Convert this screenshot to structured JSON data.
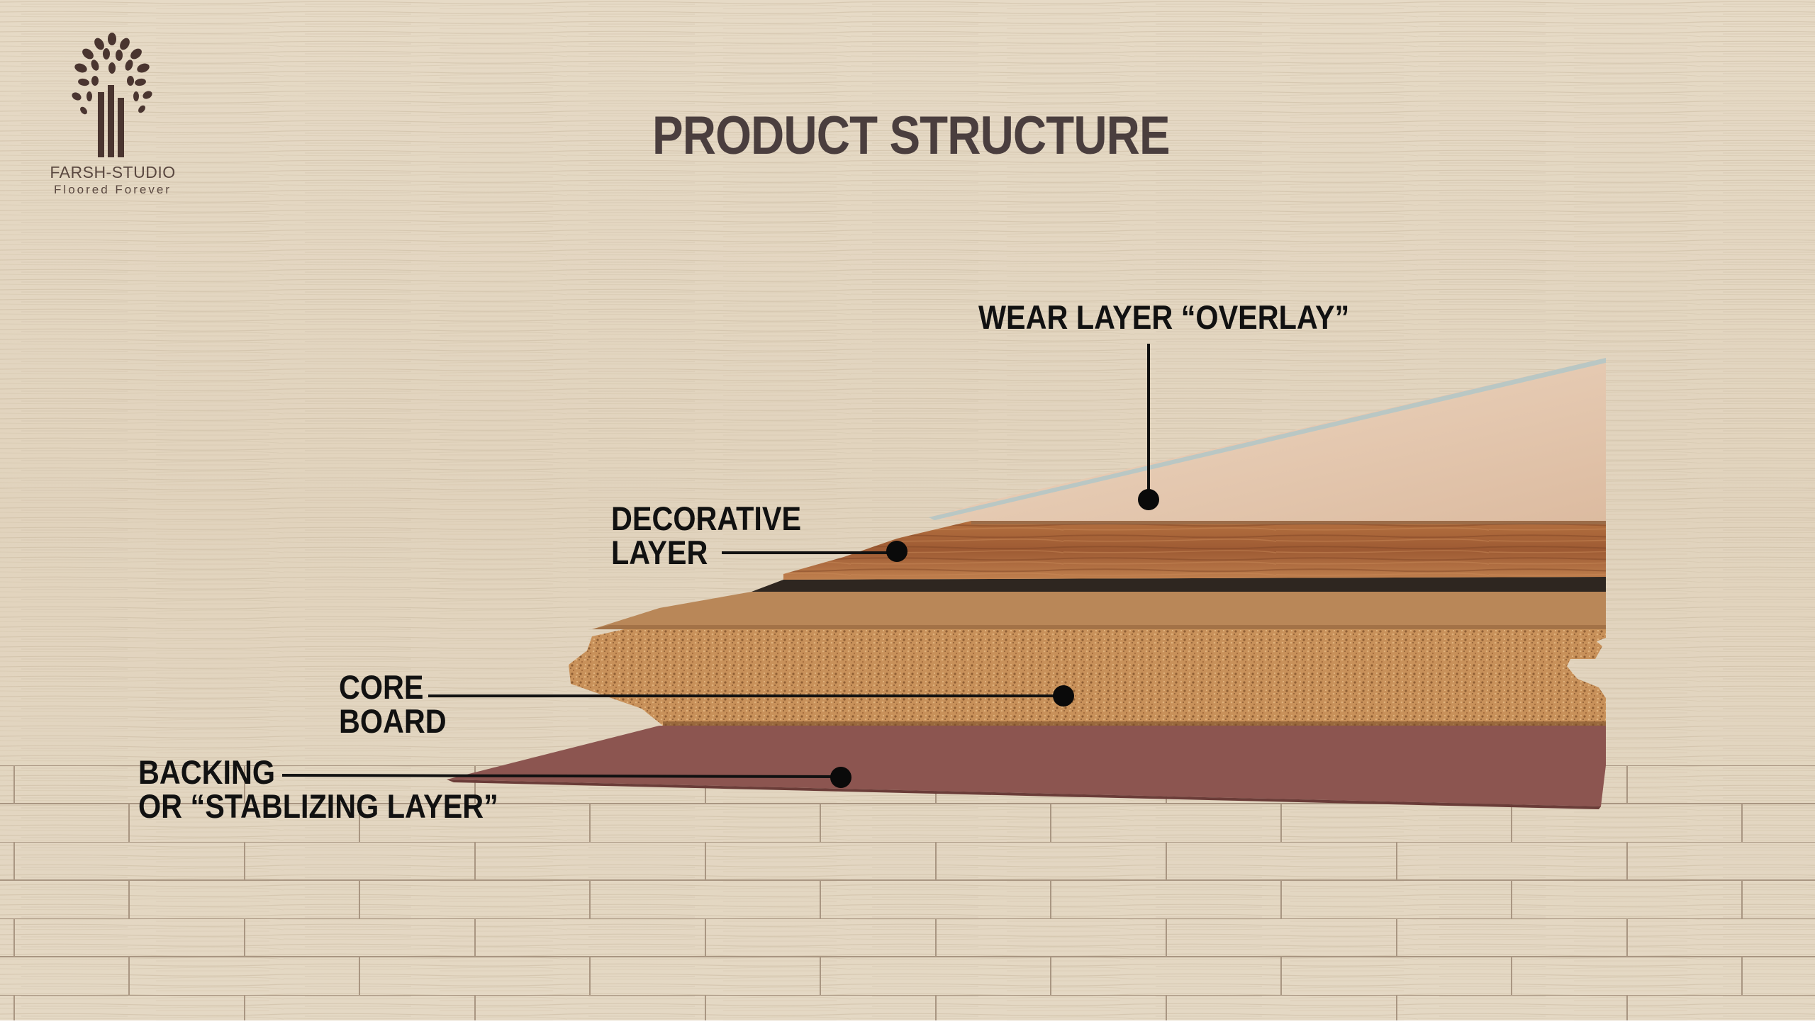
{
  "brand": {
    "name": "FARSH-STUDIO",
    "tagline": "Floored Forever"
  },
  "title": "PRODUCT STRUCTURE",
  "labels": {
    "wear_layer": "WEAR LAYER “OVERLAY”",
    "decorative": {
      "line1": "DECORATIVE",
      "line2": "LAYER"
    },
    "core": {
      "line1": "CORE",
      "line2": "BOARD"
    },
    "backing": {
      "line1": "BACKING",
      "line2": "OR “STABLIZING LAYER”"
    }
  },
  "colors": {
    "background_wood": "#e3d6c0",
    "title_text": "#4a3e3e",
    "label_text": "#111111",
    "wear_layer": "#e8cdb4",
    "decorative_layer": "#a8623a",
    "dark_layer": "#2e2620",
    "under_layer": "#b98758",
    "core_board": "#c9935b",
    "backing_layer": "#8c5550"
  }
}
